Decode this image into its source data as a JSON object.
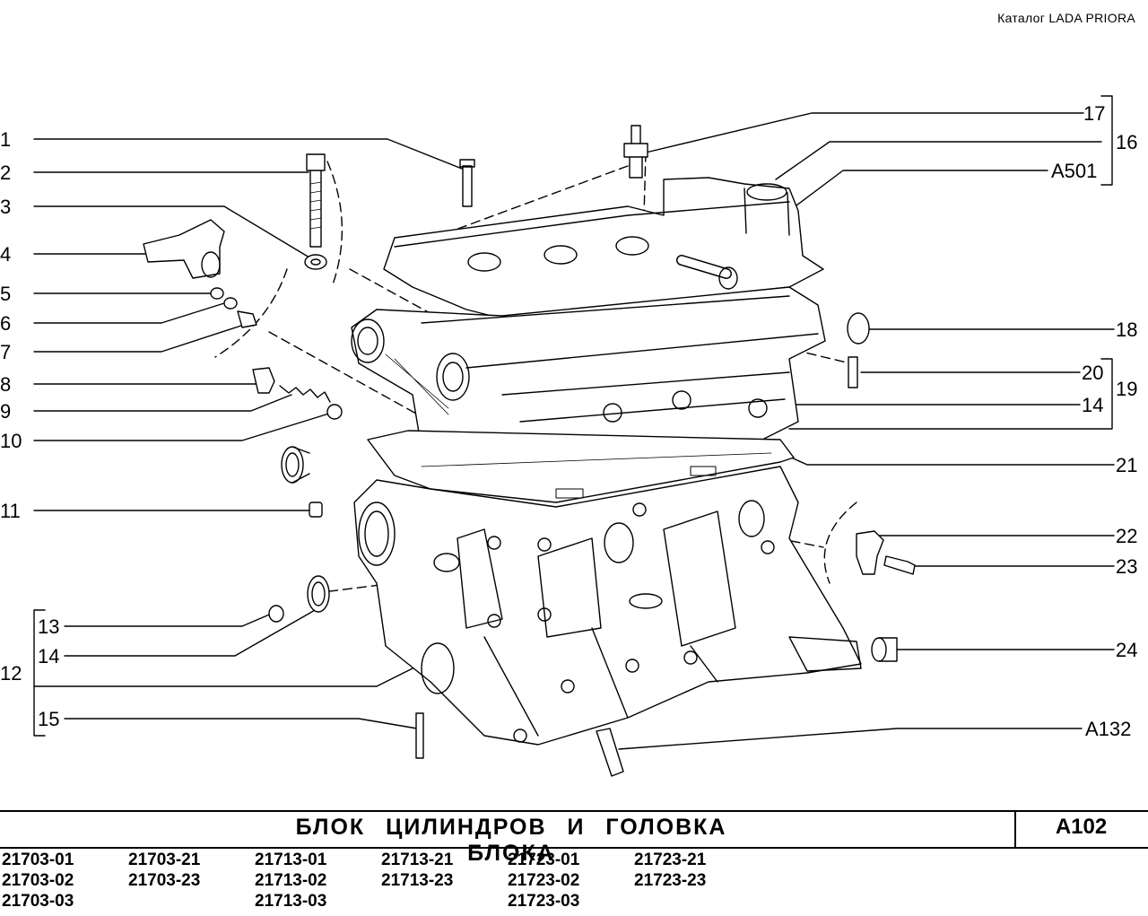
{
  "header": {
    "catalog": "Каталог  LADA  PRIORA"
  },
  "callouts": {
    "c1": "1",
    "c2": "2",
    "c3": "3",
    "c4": "4",
    "c5": "5",
    "c6": "6",
    "c7": "7",
    "c8": "8",
    "c9": "9",
    "c10": "10",
    "c11": "11",
    "c12": "12",
    "c13": "13",
    "c14a": "14",
    "c15": "15",
    "c16": "16",
    "c17": "17",
    "a501": "A501",
    "c18": "18",
    "c19": "19",
    "c20": "20",
    "c14b": "14",
    "c21": "21",
    "c22": "22",
    "c23": "23",
    "c24": "24",
    "a132": "A132"
  },
  "footer": {
    "title": "БЛОК   ЦИЛИНДРОВ   И   ГОЛОВКА   БЛОКА",
    "code": "A102",
    "models": [
      "21703-01",
      "21703-21",
      "21713-01",
      "21713-21",
      "21723-01",
      "21723-21",
      "21703-02",
      "21703-23",
      "21713-02",
      "21713-23",
      "21723-02",
      "21723-23",
      "21703-03",
      "",
      "21713-03",
      "",
      "21723-03",
      ""
    ]
  }
}
